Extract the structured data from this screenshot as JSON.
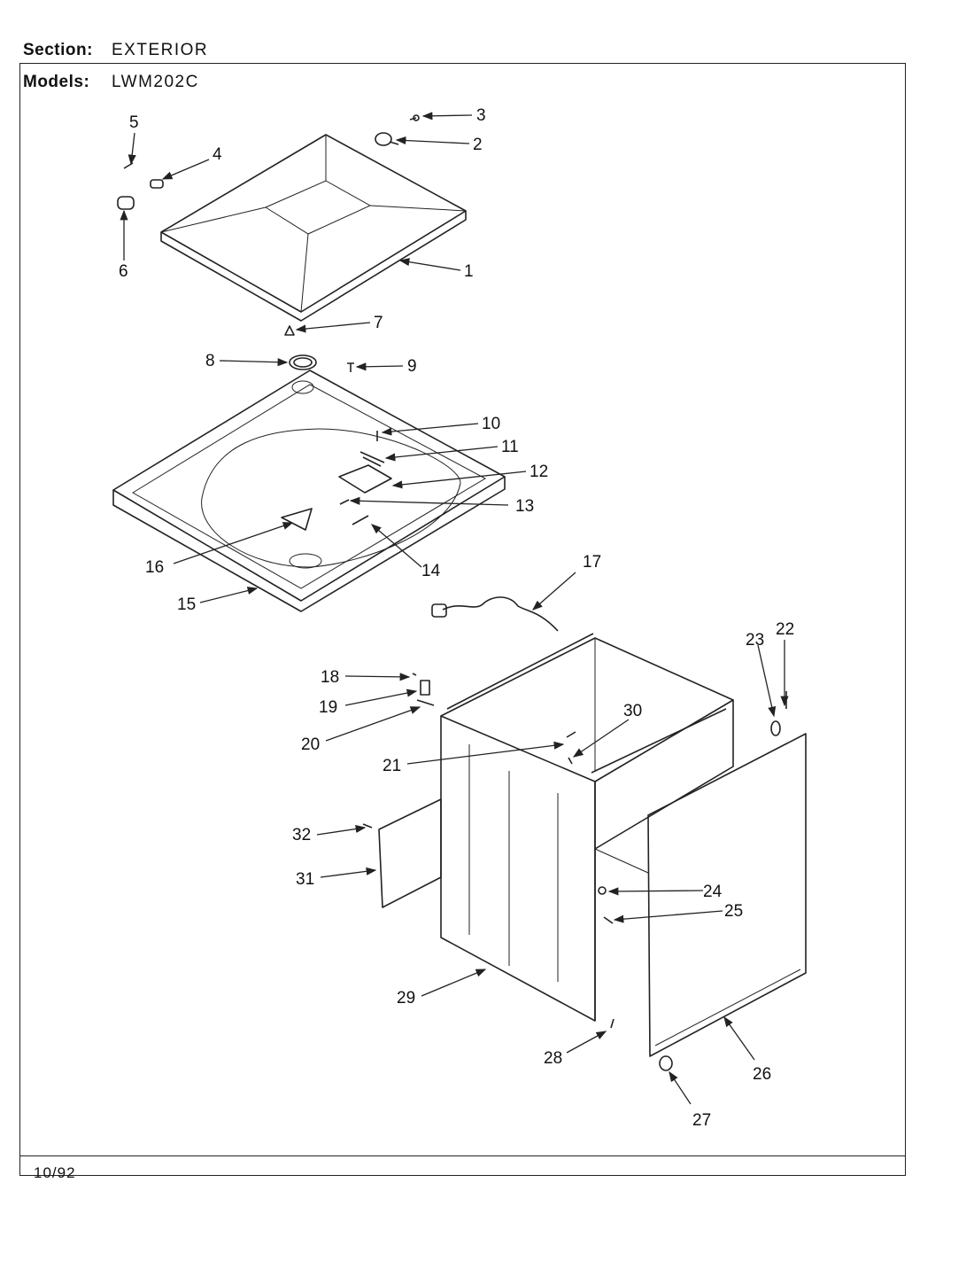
{
  "header": {
    "section_label": "Section:",
    "section_value": "EXTERIOR",
    "models_label": "Models:",
    "models_value": "LWM202C"
  },
  "footer": {
    "date": "10/92"
  },
  "callouts": [
    "1",
    "2",
    "3",
    "4",
    "5",
    "6",
    "7",
    "8",
    "9",
    "10",
    "11",
    "12",
    "13",
    "14",
    "15",
    "16",
    "17",
    "18",
    "19",
    "20",
    "21",
    "22",
    "23",
    "24",
    "25",
    "26",
    "27",
    "28",
    "29",
    "30",
    "31",
    "32"
  ]
}
